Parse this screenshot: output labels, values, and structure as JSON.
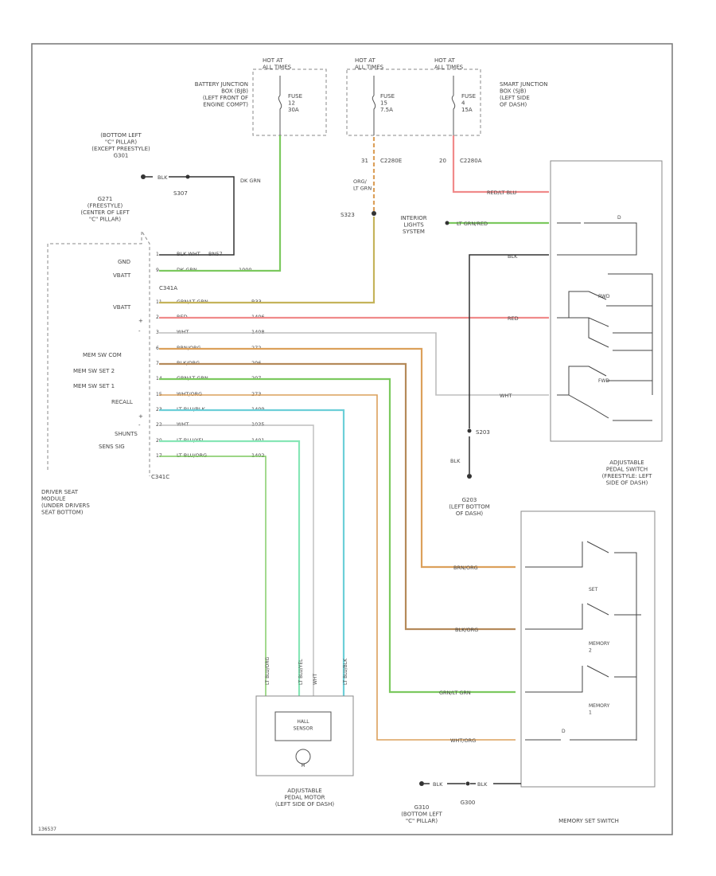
{
  "fuse_boxes": {
    "batt_hot": "HOT AT\nALL TIMES",
    "batt_fuse": "FUSE\n12\n30A",
    "run_hot": "HOT AT\nALL TIMES",
    "run_fuse": "FUSE\n15\n7.5A",
    "sjb_hot": "HOT AT\nALL TIMES",
    "sjb_fuse": "FUSE\n4\n15A"
  },
  "labels": {
    "battery_jb": "BATTERY JUNCTION\nBOX (BJB)\n(LEFT FRONT OF\nENGINE COMPT)",
    "smart_jb": "SMART JUNCTION\nBOX (SJB)\n(LEFT SIDE\nOF DASH)",
    "bottom_left_c": "(BOTTOM LEFT\n\"C\" PILLAR)\n(EXCEPT PREESTYLE)\nG301",
    "g271": "G271\n(FREESTYLE)\n(CENTER OF LEFT\n\"C\" PILLAR)",
    "s307": "S307",
    "s323": "S323",
    "s203": "S203",
    "c2280e": "C2280E",
    "c2280a": "C2280A",
    "conn_31": "31",
    "conn_20": "20",
    "interior_lights": "INTERIOR\nLIGHTS\nSYSTEM",
    "driver_seat_module": "DRIVER SEAT\nMODULE\n(UNDER DRIVERS\nSEAT BOTTOM)",
    "adj_pedal_switch": "ADJUSTABLE\nPEDAL SWITCH\n(FREESTYLE: LEFT\nSIDE OF DASH)",
    "g203": "G203\n(LEFT BOTTOM\nOF DASH)",
    "adj_pedal_motor": "ADJUSTABLE\nPEDAL MOTOR\n(LEFT SIDE OF DASH)",
    "g310": "G310\n(BOTTOM LEFT\n\"C\" PILLAR)",
    "g300": "G300",
    "memory_set_switch": "MEMORY SET SWITCH",
    "hall_sensor": "HALL\nSENSOR",
    "motor_m": "M",
    "c341a": "C341A",
    "c341c": "C341C",
    "fwd": "FWD",
    "rwd": "RWD",
    "set": "SET",
    "memory2": "MEMORY\n2",
    "memory1": "MEMORY\n1",
    "diode": "D",
    "footer_code": "136537"
  },
  "module_pins": [
    {
      "pin": "GND",
      "wire": "BLK WHT",
      "circuit": "BN57"
    },
    {
      "pin": "VBATT",
      "wire": "DK GRN",
      "circuit": "1000"
    },
    {
      "pin": "VBATT",
      "wire": "GRN/LT GRN",
      "circuit": "B33"
    },
    {
      "pin": "+",
      "wire": "RED",
      "circuit": "1406"
    },
    {
      "pin": "-",
      "wire": "WHT",
      "circuit": "1408"
    },
    {
      "pin": "MEM SW COM",
      "wire": "BRN/ORG",
      "circuit": "272"
    },
    {
      "pin": "MEM SW SET 2",
      "wire": "BLK/ORG",
      "circuit": "206"
    },
    {
      "pin": "MEM SW SET 1",
      "wire": "GRN/LT GRN",
      "circuit": "207"
    },
    {
      "pin": "RECALL",
      "wire": "WHT/ORG",
      "circuit": "273"
    },
    {
      "pin": "+",
      "wire": "LT BLU/BLK",
      "circuit": "1409"
    },
    {
      "pin": "-",
      "wire": "WHT",
      "circuit": "1035"
    },
    {
      "pin": "SHUNTS",
      "wire": "LT BLU/YEL",
      "circuit": "1401"
    },
    {
      "pin": "SENS SIG",
      "wire": "LT BLU/ORG",
      "circuit": "1402"
    }
  ],
  "pin_numbers": [
    "1",
    "9",
    "11",
    "2",
    "3",
    "6",
    "7",
    "14",
    "15",
    "23",
    "22",
    "20",
    "17"
  ],
  "wire_labels": {
    "blk_g301": "BLK",
    "dk_grn": "DK GRN",
    "org_lt_grn": "ORG/\nLT GRN",
    "red_blk": "RED/LT BLU",
    "lt_grn_red": "LT GRN/RED",
    "blk_sw": "BLK",
    "red_sw": "RED",
    "wht_sw": "WHT",
    "blk_g203": "BLK",
    "brn_org_ms": "BRN/ORG",
    "blk_org_ms": "BLK/ORG",
    "grn_ltgrn_ms": "GRN/LT GRN",
    "wht_org_ms": "WHT/ORG",
    "blk_g310a": "BLK",
    "blk_g310b": "BLK",
    "motor_w1": "LT BLU/ORG",
    "motor_w2": "LT BLU/YEL",
    "motor_w3": "WHT",
    "motor_w4": "LT BLU/BLK"
  },
  "colors": {
    "red": "#f08a8a",
    "green": "#7cc95f",
    "olive": "#c5b35a",
    "brown": "#b58a5a",
    "orange": "#dca05b",
    "teal": "#6ccfd8",
    "mint": "#86e6b6",
    "gray": "#bdbdbd"
  }
}
